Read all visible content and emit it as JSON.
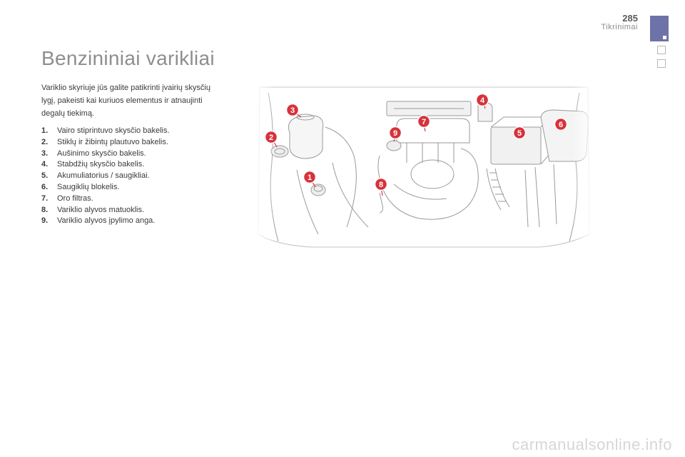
{
  "header": {
    "page_number": "285",
    "section": "Tikrinimai"
  },
  "title": "Benzininiai varikliai",
  "intro": "Variklio skyriuje jūs galite patikrinti įvairių skysčių lygį, pakeisti kai kuriuos elementus ir atnaujinti degalų tiekimą.",
  "legend": [
    {
      "num": "1.",
      "text": "Vairo stiprintuvo skysčio bakelis."
    },
    {
      "num": "2.",
      "text": "Stiklų ir žibintų plautuvo bakelis."
    },
    {
      "num": "3.",
      "text": "Aušinimo skysčio bakelis."
    },
    {
      "num": "4.",
      "text": "Stabdžių skysčio bakelis."
    },
    {
      "num": "5.",
      "text": "Akumuliatorius / saugikliai."
    },
    {
      "num": "6.",
      "text": "Saugiklių blokelis."
    },
    {
      "num": "7.",
      "text": "Oro filtras."
    },
    {
      "num": "8.",
      "text": "Variklio alyvos matuoklis."
    },
    {
      "num": "9.",
      "text": "Variklio alyvos įpylimo anga."
    }
  ],
  "diagram_badges": [
    "1",
    "2",
    "3",
    "4",
    "5",
    "6",
    "7",
    "8",
    "9"
  ],
  "colors": {
    "badge": "#d8323a",
    "tab": "#6d73a8"
  },
  "watermark": "carmanualsonline.info"
}
